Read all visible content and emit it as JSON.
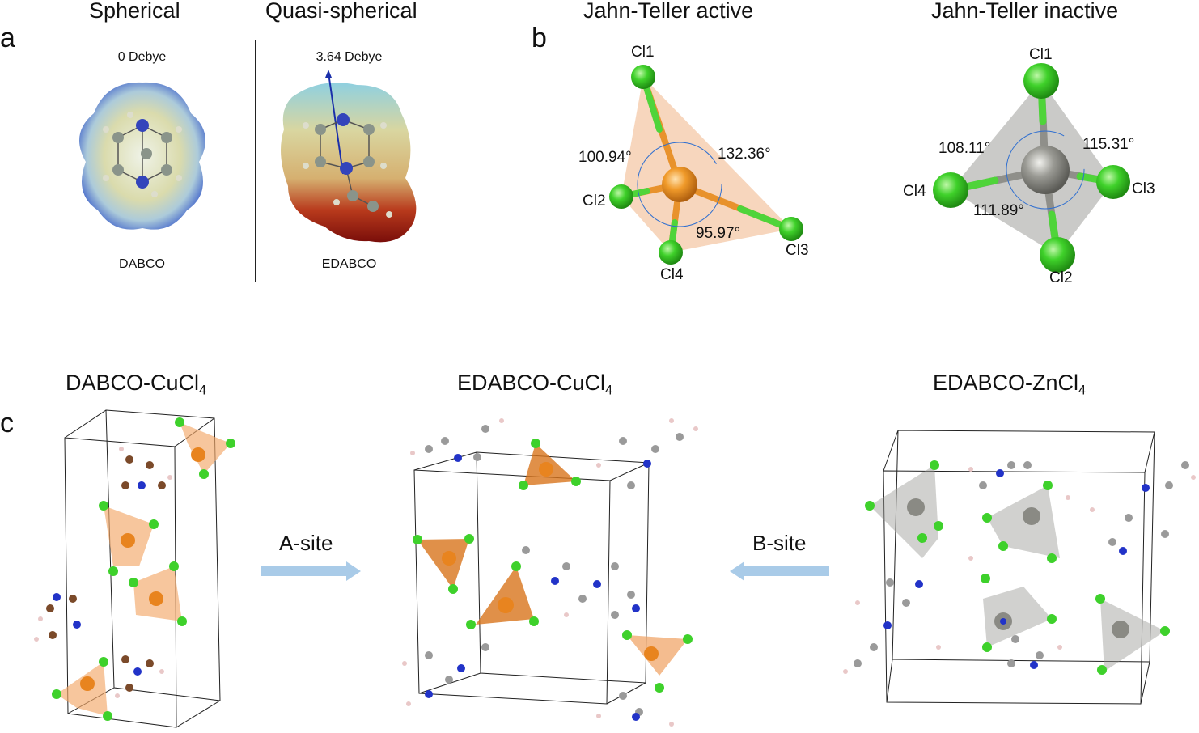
{
  "panel_a": {
    "letter": "a",
    "headers": [
      "Spherical",
      "Quasi-spherical"
    ],
    "dabco": {
      "dipole": "0 Debye",
      "name": "DABCO"
    },
    "edabco": {
      "dipole": "3.64 Debye",
      "name": "EDABCO"
    }
  },
  "panel_b": {
    "letter": "b",
    "active": {
      "title": "Jahn-Teller active",
      "atoms": [
        "Cl1",
        "Cl2",
        "Cl3",
        "Cl4"
      ],
      "angles": [
        "100.94°",
        "132.36°",
        "95.97°"
      ]
    },
    "inactive": {
      "title": "Jahn-Teller inactive",
      "atoms": [
        "Cl1",
        "Cl4",
        "Cl3",
        "Cl2"
      ],
      "angles": [
        "108.11°",
        "115.31°",
        "111.89°"
      ]
    }
  },
  "panel_c": {
    "letter": "c",
    "structures": [
      {
        "prefix": "DABCO-CuCl",
        "sub": "4"
      },
      {
        "prefix": "EDABCO-CuCl",
        "sub": "4"
      },
      {
        "prefix": "EDABCO-ZnCl",
        "sub": "4"
      }
    ],
    "arrows": [
      "A-site",
      "B-site"
    ]
  },
  "colors": {
    "chlorine": "#3ed12b",
    "copper": "#e8841f",
    "zinc": "#8a8a84",
    "nitrogen": "#2233c8",
    "carbon_grey": "#9a9a9a",
    "carbon_brown": "#7b4a2a",
    "hydrogen": "#e9c8c8",
    "arrow": "#a9cbe8"
  }
}
